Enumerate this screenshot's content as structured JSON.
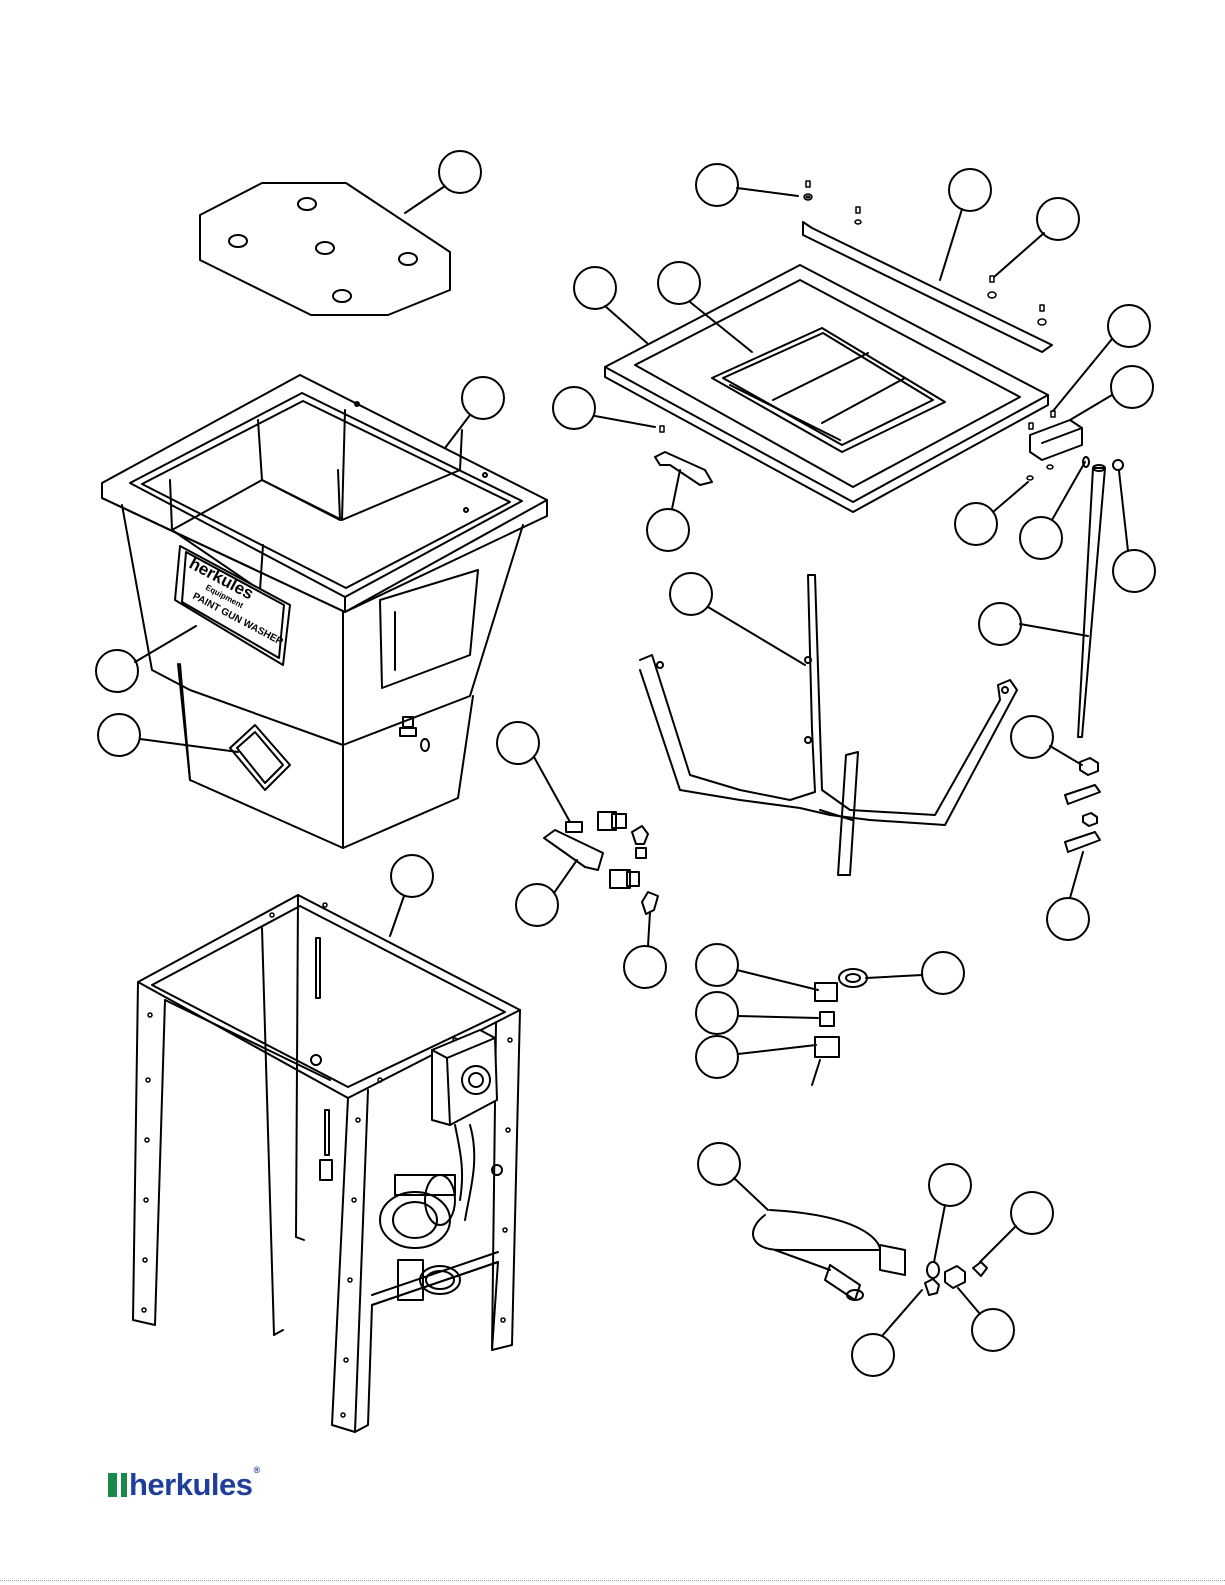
{
  "brand": {
    "logo_text": "herkules",
    "trademark": "®",
    "colors": {
      "green": "#1a8a4a",
      "blue": "#1f3e9a"
    }
  },
  "decal": {
    "brand": "herkules",
    "subtitle": "Equipment",
    "title": "PAINT GUN WASHER"
  },
  "diagram": {
    "type": "exploded-parts-view",
    "callout_count": 33,
    "callout_labels": []
  }
}
